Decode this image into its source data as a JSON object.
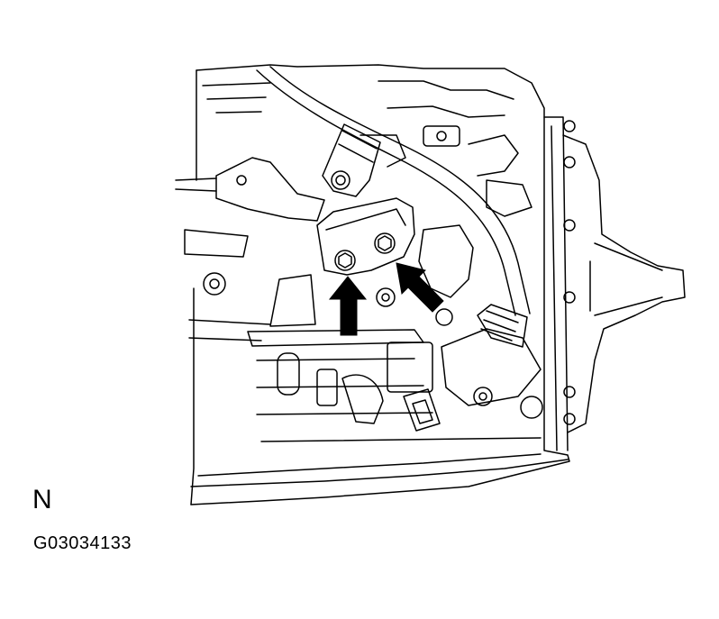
{
  "figure": {
    "view_letter": "N",
    "figure_code": "G03034133"
  },
  "colors": {
    "line": "#000000",
    "background": "#ffffff"
  },
  "callouts": [
    {
      "name": "arrow-up",
      "points_to": "bolt-left"
    },
    {
      "name": "arrow-diagonal",
      "points_to": "bolt-right"
    }
  ]
}
